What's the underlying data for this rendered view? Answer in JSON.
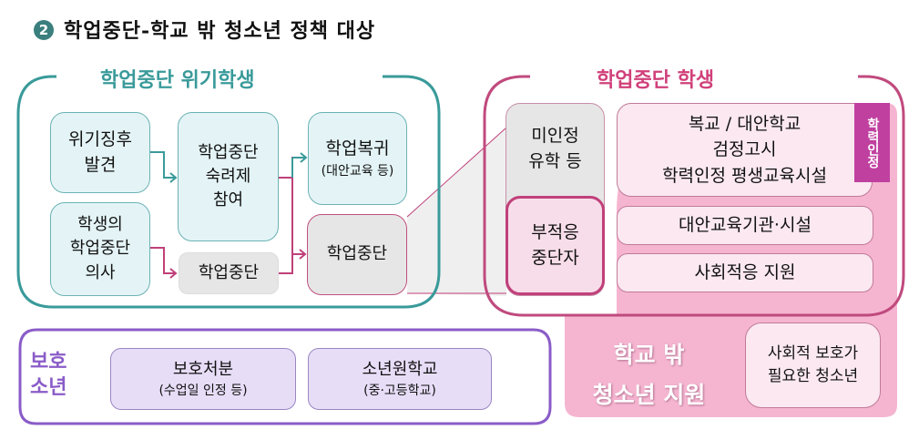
{
  "title": {
    "number": "2",
    "text": "학업중단-학교 밖 청소년 정책 대상"
  },
  "crisis": {
    "title": "학업중단 위기학생",
    "signs": [
      "위기징후",
      "발견"
    ],
    "intent": [
      "학생의",
      "학업중단",
      "의사"
    ],
    "deliberation": [
      "학업중단",
      "숙려제",
      "참여"
    ],
    "dropout_gray": "학업중단",
    "return": {
      "main": "학업복귀",
      "sub": "(대안교육 등)"
    },
    "dropout": "학업중단"
  },
  "dropouts": {
    "title": "학업중단 학생",
    "unrecognized": [
      "미인정",
      "유학 등"
    ],
    "maladjusted": [
      "부적응",
      "중단자"
    ],
    "schools": [
      "복교 / 대안학교",
      "검정고시",
      "학력인정 평생교육시설"
    ],
    "badge": "학력인정",
    "alt_edu": "대안교육기관·시설",
    "social": "사회적응 지원"
  },
  "support": {
    "title": [
      "학교 밖",
      "청소년 지원"
    ],
    "protect": [
      "사회적 보호가",
      "필요한 청소년"
    ]
  },
  "juvenile": {
    "title": [
      "보호",
      "소년"
    ],
    "disposition": {
      "main": "보호처분",
      "sub": "(수업일 인정 등)"
    },
    "school": {
      "main": "소년원학교",
      "sub": "(중·고등학교)"
    }
  },
  "colors": {
    "teal": "#3a9a9a",
    "pink": "#c0407a",
    "purple": "#8a5cc8",
    "badge": "#c040a0",
    "pink_fill": "#f5b5d0"
  }
}
